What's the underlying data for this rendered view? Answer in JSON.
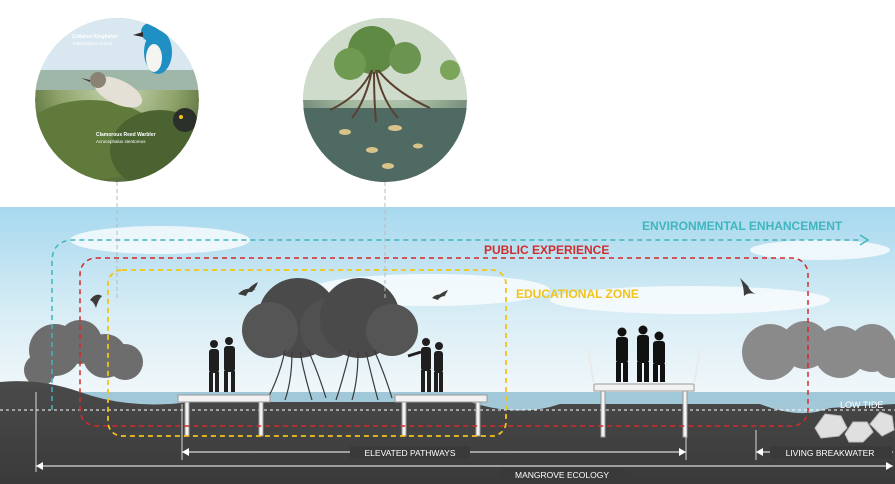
{
  "zones": {
    "environmental": {
      "label": "ENVIRONMENTAL ENHANCEMENT",
      "color": "#3fb6bd"
    },
    "public": {
      "label": "PUBLIC EXPERIENCE",
      "color": "#d22b2b"
    },
    "educational": {
      "label": "EDUCATIONAL ZONE",
      "color": "#f2c318"
    }
  },
  "tide": {
    "low_tide": "LOW TIDE"
  },
  "dimensions": {
    "elevated_pathways": "ELEVATED PATHWAYS",
    "living_breakwater": "LIVING BREAKWATER",
    "mangrove_ecology": "MANGROVE ECOLOGY"
  },
  "inset_birds": {
    "kingfisher_name": "Collared Kingfisher",
    "kingfisher_latin": "Todiramphus chloris",
    "warbler_name": "Clamorous Reed Warbler",
    "warbler_latin": "Acrocephalus stentoreus"
  },
  "colors": {
    "ground": "#3a3a3a",
    "water": "#7fb2c6",
    "sky_top": "#9fd3ea",
    "canopy": "#555555"
  }
}
